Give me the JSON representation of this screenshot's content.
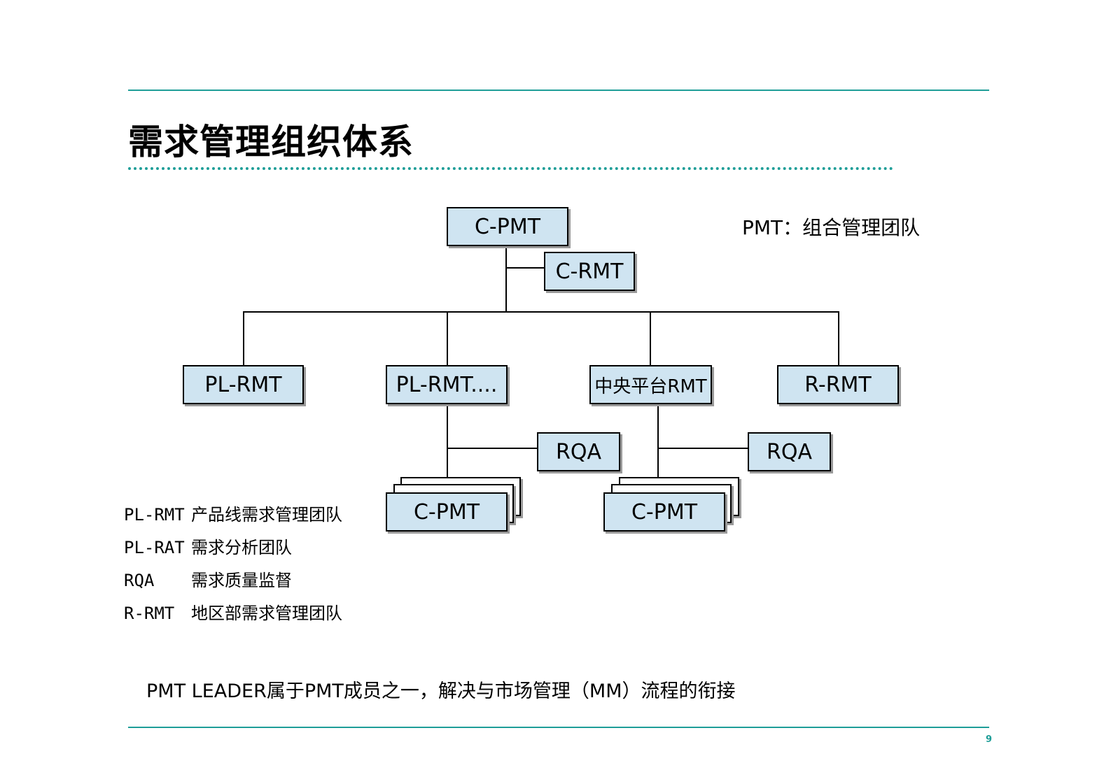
{
  "slide": {
    "title": "需求管理组织体系",
    "page_number": "9",
    "accent_color": "#1f9e98"
  },
  "diagram": {
    "root": "C-PMT",
    "root_side": "C-RMT",
    "teams": [
      "PL-RMT",
      "PL-RMT....",
      "中央平台RMT",
      "R-RMT"
    ],
    "rqa_left": "RQA",
    "rqa_right": "RQA",
    "sub_pmt_left": "C-PMT",
    "sub_pmt_right": "C-PMT",
    "box_fill": "#cfe4f1"
  },
  "note": "PMT：组合管理团队",
  "legend": [
    {
      "abbr": "PL-RMT",
      "desc": "产品线需求管理团队"
    },
    {
      "abbr": "PL-RAT",
      "desc": "需求分析团队"
    },
    {
      "abbr": "RQA",
      "desc": "需求质量监督"
    },
    {
      "abbr": "R-RMT",
      "desc": "地区部需求管理团队"
    }
  ],
  "footnote": "PMT LEADER属于PMT成员之一，解决与市场管理（MM）流程的衔接"
}
